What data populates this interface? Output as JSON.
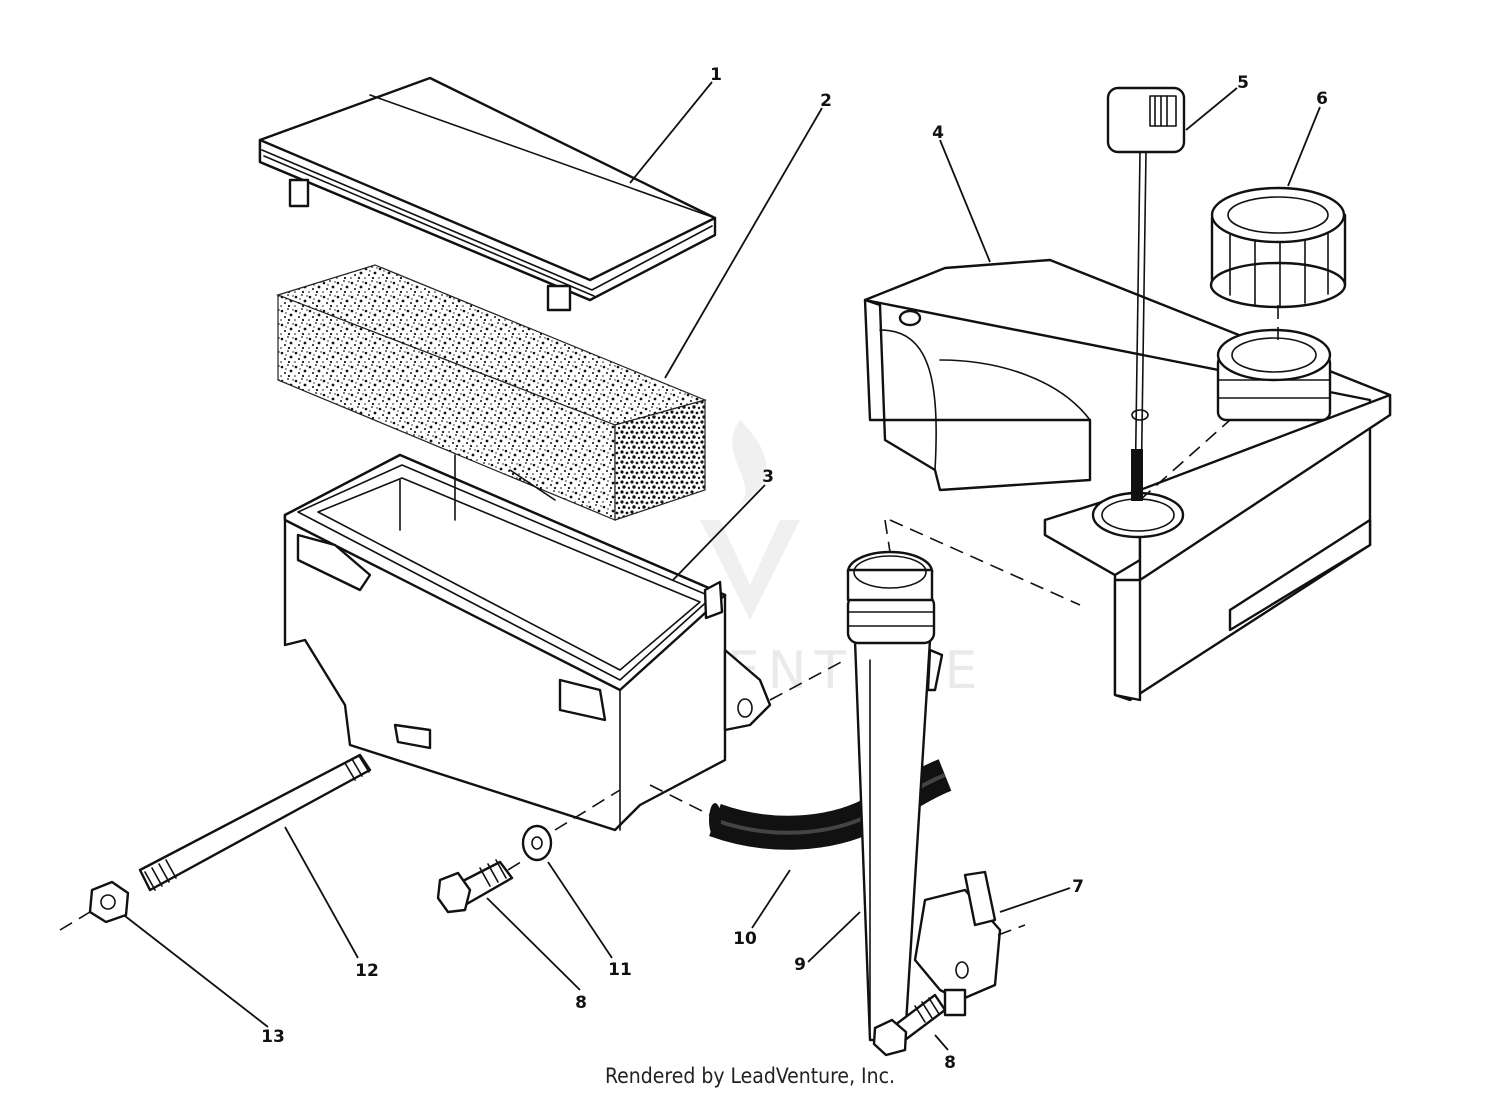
{
  "watermark": "LEADVENTURE",
  "footer": "Rendered by LeadVenture, Inc.",
  "callouts": {
    "n1": "1",
    "n2": "2",
    "n3": "3",
    "n4": "4",
    "n5": "5",
    "n6": "6",
    "n7": "7",
    "n8a": "8",
    "n8b": "8",
    "n9": "9",
    "n10": "10",
    "n11": "11",
    "n12": "12",
    "n13": "13"
  }
}
